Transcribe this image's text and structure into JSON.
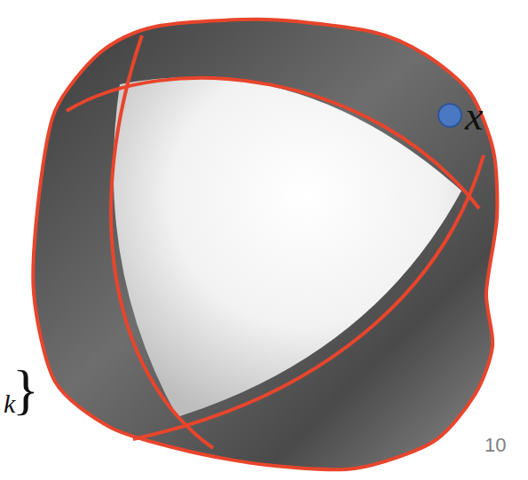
{
  "diagram": {
    "labels": [
      "x",
      "k",
      "10"
    ]
  }
}
